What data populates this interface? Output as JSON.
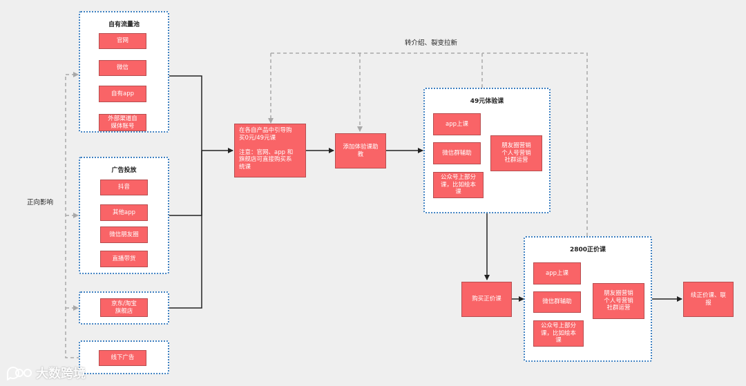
{
  "colors": {
    "node_fill": "#f96467",
    "node_border": "#b64d4f",
    "group_border": "#3c7fc0",
    "solid_edge": "#222222",
    "dashed_edge": "#a8a8a8",
    "background": "#efefef"
  },
  "labels": {
    "positive_influence": "正向影响",
    "referral": "转介绍、裂变拉新"
  },
  "groups": {
    "own_traffic": {
      "title": "自有流量池",
      "items": [
        "官网",
        "微信",
        "自有app",
        "外部渠道自\n媒体账号"
      ]
    },
    "ads": {
      "title": "广告投放",
      "items": [
        "抖音",
        "其他app",
        "微信朋友圈",
        "直播带货"
      ]
    },
    "jd": {
      "item": "京东/淘宝\n旗舰店"
    },
    "offline": {
      "item": "线下广告"
    },
    "trial": {
      "title": "49元体验课",
      "items": [
        "app上课",
        "微信群辅助",
        "公众号上部分\n课，比如绘本\n课"
      ],
      "ops": "朋友圈营销\n个人号营销\n社群运营"
    },
    "full": {
      "title": "2800正价课",
      "items": [
        "app上课",
        "微信群辅助",
        "公众号上部分\n课，比如绘本\n课"
      ],
      "ops": "朋友圈营销\n个人号营销\n社群运营"
    }
  },
  "nodes": {
    "guide": "在各自产品中引导购\n买0元/49元课\n\n注意：官网、app 和\n旗舰店可直接购买系\n统课",
    "add_assistant": "添加体验课助\n教",
    "buy_full": "购买正价课",
    "renew": "续正价课、联\n报"
  },
  "watermark": {
    "text": "大数跨境",
    "icon": "chat-bubble-logo-icon"
  }
}
